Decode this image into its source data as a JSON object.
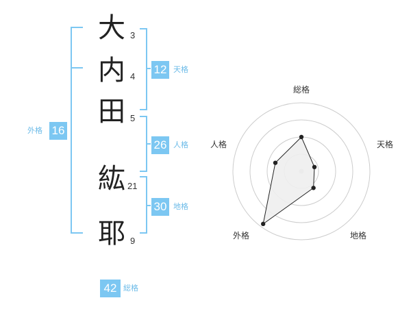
{
  "name": {
    "characters": [
      {
        "char": "大",
        "strokes": "3"
      },
      {
        "char": "内",
        "strokes": "4"
      },
      {
        "char": "田",
        "strokes": "5"
      },
      {
        "char": "紘",
        "strokes": "21"
      },
      {
        "char": "耶",
        "strokes": "9"
      }
    ]
  },
  "fortunes": {
    "tenkaku": {
      "value": "12",
      "label": "天格"
    },
    "jinkaku": {
      "value": "26",
      "label": "人格"
    },
    "chikaku": {
      "value": "30",
      "label": "地格"
    },
    "gaikaku": {
      "value": "16",
      "label": "外格"
    },
    "soukaku": {
      "value": "42",
      "label": "総格"
    }
  },
  "colors": {
    "accent": "#7cc7f2",
    "accent_text": "#6cbbe8",
    "bracket": "#7cc7f2",
    "radar_fill": "#eeeeee",
    "radar_stroke": "#222222"
  },
  "chart_data": {
    "type": "radar",
    "axes": [
      "総格",
      "天格",
      "地格",
      "外格",
      "人格"
    ],
    "values": [
      0.5,
      0.2,
      0.3,
      0.95,
      0.4
    ],
    "rings": 4,
    "grid": true
  }
}
